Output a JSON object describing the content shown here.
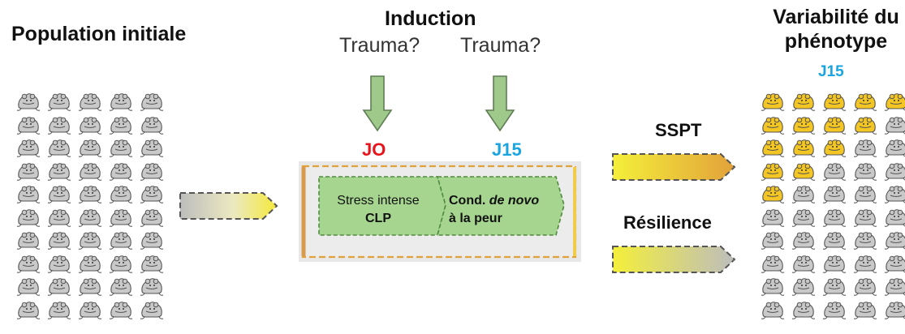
{
  "left": {
    "title": "Population initiale",
    "mice_rows": 10,
    "mice_cols": 5
  },
  "center": {
    "title": "Induction",
    "trauma_1": "Trauma?",
    "trauma_2": "Trauma?",
    "day_0": "JO",
    "day_15": "J15",
    "step_1_line1": "Stress intense",
    "step_1_line2": "CLP",
    "step_2_line1_a": "Cond. ",
    "step_2_line1_b": "de novo",
    "step_2_line2": "à la peur"
  },
  "right": {
    "title_line1": "Variabilité du",
    "title_line2": "phénotype",
    "day": "J15",
    "outcome_1": "SSPT",
    "outcome_2": "Résilience",
    "yellow_per_row": [
      5,
      4,
      3,
      2,
      1,
      0,
      0,
      0,
      0,
      0
    ]
  },
  "colors": {
    "day0": "#e8141b",
    "day15": "#1aa4e0",
    "arrow_green": "#9fc98a",
    "gray_mouse": "#c9c9c9",
    "yellow_mouse": "#f3c623",
    "gold": "#e2a23a",
    "yellow": "#f4e93a",
    "gray": "#bdbdbd"
  }
}
